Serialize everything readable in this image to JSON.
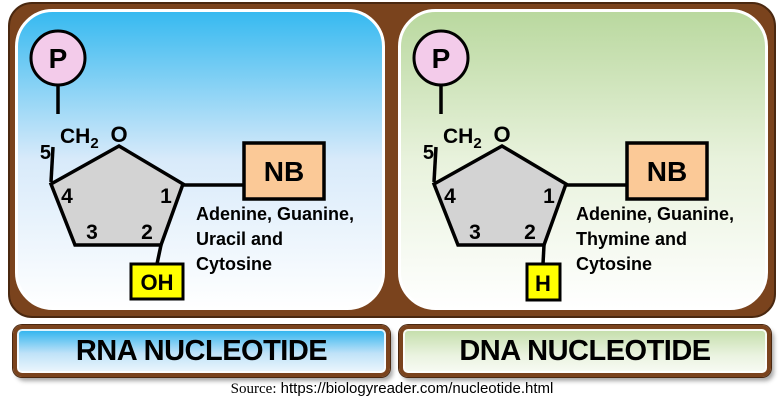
{
  "colors": {
    "frame-brown": "#7a431d",
    "frame-dark": "#4a2810",
    "rna-sky-top": "#35b9f0",
    "rna-sky-mid": "#d8eafa",
    "dna-green-top": "#b9d89e",
    "dna-green-mid": "#e8f2dc",
    "panel-bottom": "#ffffff",
    "label-blue-top": "#29b2ee",
    "label-green-top": "#c3dda9",
    "phosphate-pink": "#f3cbea",
    "base-peach": "#fbc997",
    "group-yellow": "#ffff00",
    "sugar-gray": "#d3d3d3",
    "ink": "#000000"
  },
  "panels": [
    {
      "name": "RNA",
      "label": "RNA NUCLEOTIDE",
      "phosphate_symbol": "P",
      "carbon5_label": "5",
      "ch2_label": "CH",
      "ch2_subscript": "2",
      "ring_oxygen_label": "O",
      "carbon1_label": "1",
      "carbon2_label": "2",
      "carbon3_label": "3",
      "carbon4_label": "4",
      "base_box_label": "NB",
      "bases_line1": "Adenine, Guanine,",
      "bases_line2": "Uracil and",
      "bases_line3": "Cytosine",
      "c2_group_label": "OH"
    },
    {
      "name": "DNA",
      "label": "DNA NUCLEOTIDE",
      "phosphate_symbol": "P",
      "carbon5_label": "5",
      "ch2_label": "CH",
      "ch2_subscript": "2",
      "ring_oxygen_label": "O",
      "carbon1_label": "1",
      "carbon2_label": "2",
      "carbon3_label": "3",
      "carbon4_label": "4",
      "base_box_label": "NB",
      "bases_line1": "Adenine, Guanine,",
      "bases_line2": "Thymine and",
      "bases_line3": "Cytosine",
      "c2_group_label": "H"
    }
  ],
  "footer": {
    "source_prefix": "Source:",
    "source_url": "https://biologyreader.com/nucleotide.html"
  }
}
